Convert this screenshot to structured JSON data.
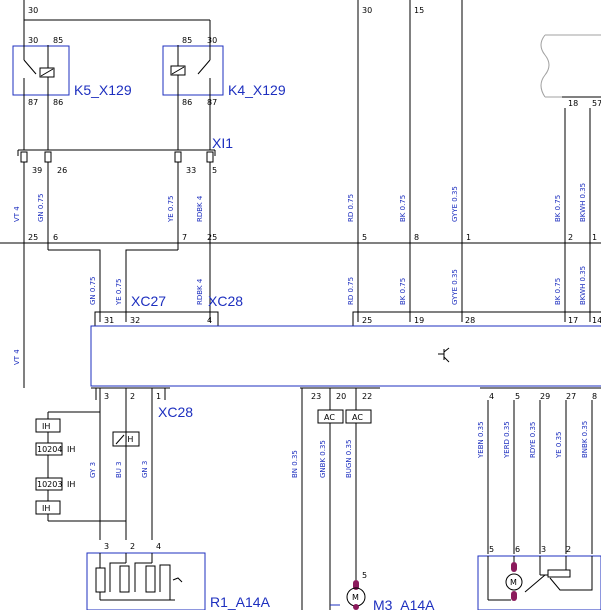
{
  "top_pins": {
    "a": "30",
    "b": "30",
    "c": "15"
  },
  "relays": {
    "k5": {
      "name": "K5_X129",
      "pin_tl": "30",
      "pin_tr": "85",
      "pin_bl": "87",
      "pin_br": "86"
    },
    "k4": {
      "name": "K4_X129",
      "pin_tl": "85",
      "pin_tr": "30",
      "pin_bl": "86",
      "pin_br": "87"
    }
  },
  "xi1": {
    "name": "XI1",
    "pins": [
      "39",
      "26",
      "33",
      "5"
    ]
  },
  "ecm_top_pins": [
    "18",
    "57"
  ],
  "wires_upper": [
    "VT 4",
    "GN 0.75",
    "YE 0.75",
    "RDBK 4",
    "RD 0.75",
    "BK 0.75",
    "GYYE 0.35",
    "BK 0.75",
    "BKWH 0.35"
  ],
  "mid_pins": [
    "25",
    "6",
    "7",
    "25",
    "5",
    "8",
    "1",
    "2",
    "1"
  ],
  "wires_mid": [
    "GN 0.75",
    "YE 0.75",
    "RDBK 4",
    "RD 0.75",
    "BK 0.75",
    "GYYE 0.35",
    "BK 0.75",
    "BKWH 0.35",
    "VT 4"
  ],
  "xc27": {
    "name": "XC27",
    "pins": [
      "31",
      "32"
    ]
  },
  "xc28_top": {
    "name": "XC28",
    "pin": "4"
  },
  "module_top_pins": [
    "25",
    "19",
    "28",
    "17",
    "14"
  ],
  "xc28_bottom": {
    "name": "XC28",
    "pins": [
      "3",
      "2",
      "1"
    ]
  },
  "module_bottom_pins": [
    "23",
    "20",
    "22",
    "4",
    "5",
    "29",
    "27",
    "8"
  ],
  "ih_label": "IH",
  "diodes": [
    "10204",
    "10203"
  ],
  "ac_label": "AC",
  "wires_lower": [
    "GY 3",
    "BU 3",
    "GN 3",
    "BN 0.35",
    "GNBK 0.35",
    "BUGN 0.35",
    "YEBN 0.35",
    "YERD 0.35",
    "RDYE 0.35",
    "YE 0.35",
    "BNBK 0.35"
  ],
  "r1": {
    "name": "R1_A14A",
    "pins": [
      "3",
      "2",
      "4"
    ]
  },
  "m3": {
    "name": "M3_A14A",
    "pin": "5",
    "symbol": "M"
  },
  "motor2": {
    "pins": [
      "5",
      "6",
      "3",
      "2"
    ],
    "symbol": "M"
  }
}
